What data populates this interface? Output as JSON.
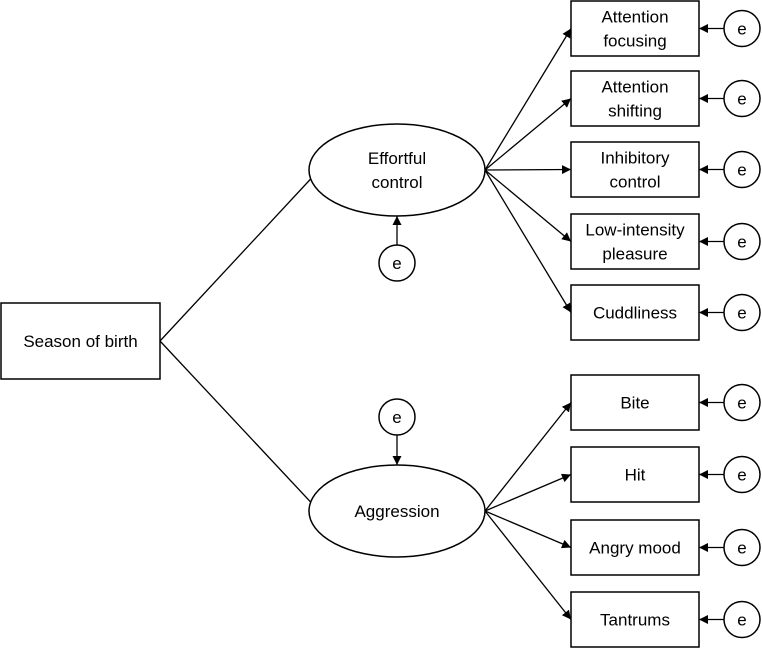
{
  "exogenous": {
    "label": "Season of birth"
  },
  "latent": [
    {
      "id": "ec",
      "label_lines": [
        "Effortful",
        "control"
      ],
      "error": "e"
    },
    {
      "id": "ag",
      "label_lines": [
        "Aggression"
      ],
      "error": "e"
    }
  ],
  "indicators": [
    {
      "id": "af",
      "parent": "ec",
      "label_lines": [
        "Attention",
        "focusing"
      ],
      "error": "e"
    },
    {
      "id": "as",
      "parent": "ec",
      "label_lines": [
        "Attention",
        "shifting"
      ],
      "error": "e"
    },
    {
      "id": "ic",
      "parent": "ec",
      "label_lines": [
        "Inhibitory",
        "control"
      ],
      "error": "e"
    },
    {
      "id": "lip",
      "parent": "ec",
      "label_lines": [
        "Low-intensity",
        "pleasure"
      ],
      "error": "e"
    },
    {
      "id": "cu",
      "parent": "ec",
      "label_lines": [
        "Cuddliness"
      ],
      "error": "e"
    },
    {
      "id": "bi",
      "parent": "ag",
      "label_lines": [
        "Bite"
      ],
      "error": "e"
    },
    {
      "id": "hi",
      "parent": "ag",
      "label_lines": [
        "Hit"
      ],
      "error": "e"
    },
    {
      "id": "am",
      "parent": "ag",
      "label_lines": [
        "Angry mood"
      ],
      "error": "e"
    },
    {
      "id": "ta",
      "parent": "ag",
      "label_lines": [
        "Tantrums"
      ],
      "error": "e"
    }
  ]
}
